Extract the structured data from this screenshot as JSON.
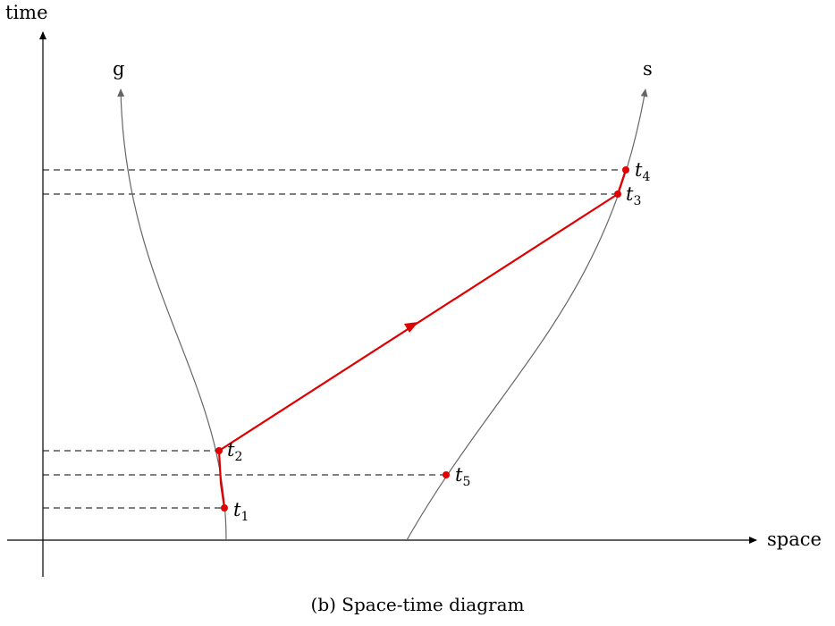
{
  "axes": {
    "x_label": "space",
    "y_label": "time"
  },
  "worldlines": [
    {
      "id": "g",
      "label": "g"
    },
    {
      "id": "s",
      "label": "s"
    }
  ],
  "events": [
    {
      "id": "t1",
      "symbol": "t",
      "sub": "1",
      "worldline": "g"
    },
    {
      "id": "t2",
      "symbol": "t",
      "sub": "2",
      "worldline": "g"
    },
    {
      "id": "t3",
      "symbol": "t",
      "sub": "3",
      "worldline": "s"
    },
    {
      "id": "t4",
      "symbol": "t",
      "sub": "4",
      "worldline": "s"
    },
    {
      "id": "t5",
      "symbol": "t",
      "sub": "5",
      "worldline": "s"
    }
  ],
  "colors": {
    "signal": "#e00000",
    "worldline": "#666666",
    "axis": "#000000",
    "guide": "#000000"
  },
  "caption": "(b) Space-time diagram"
}
